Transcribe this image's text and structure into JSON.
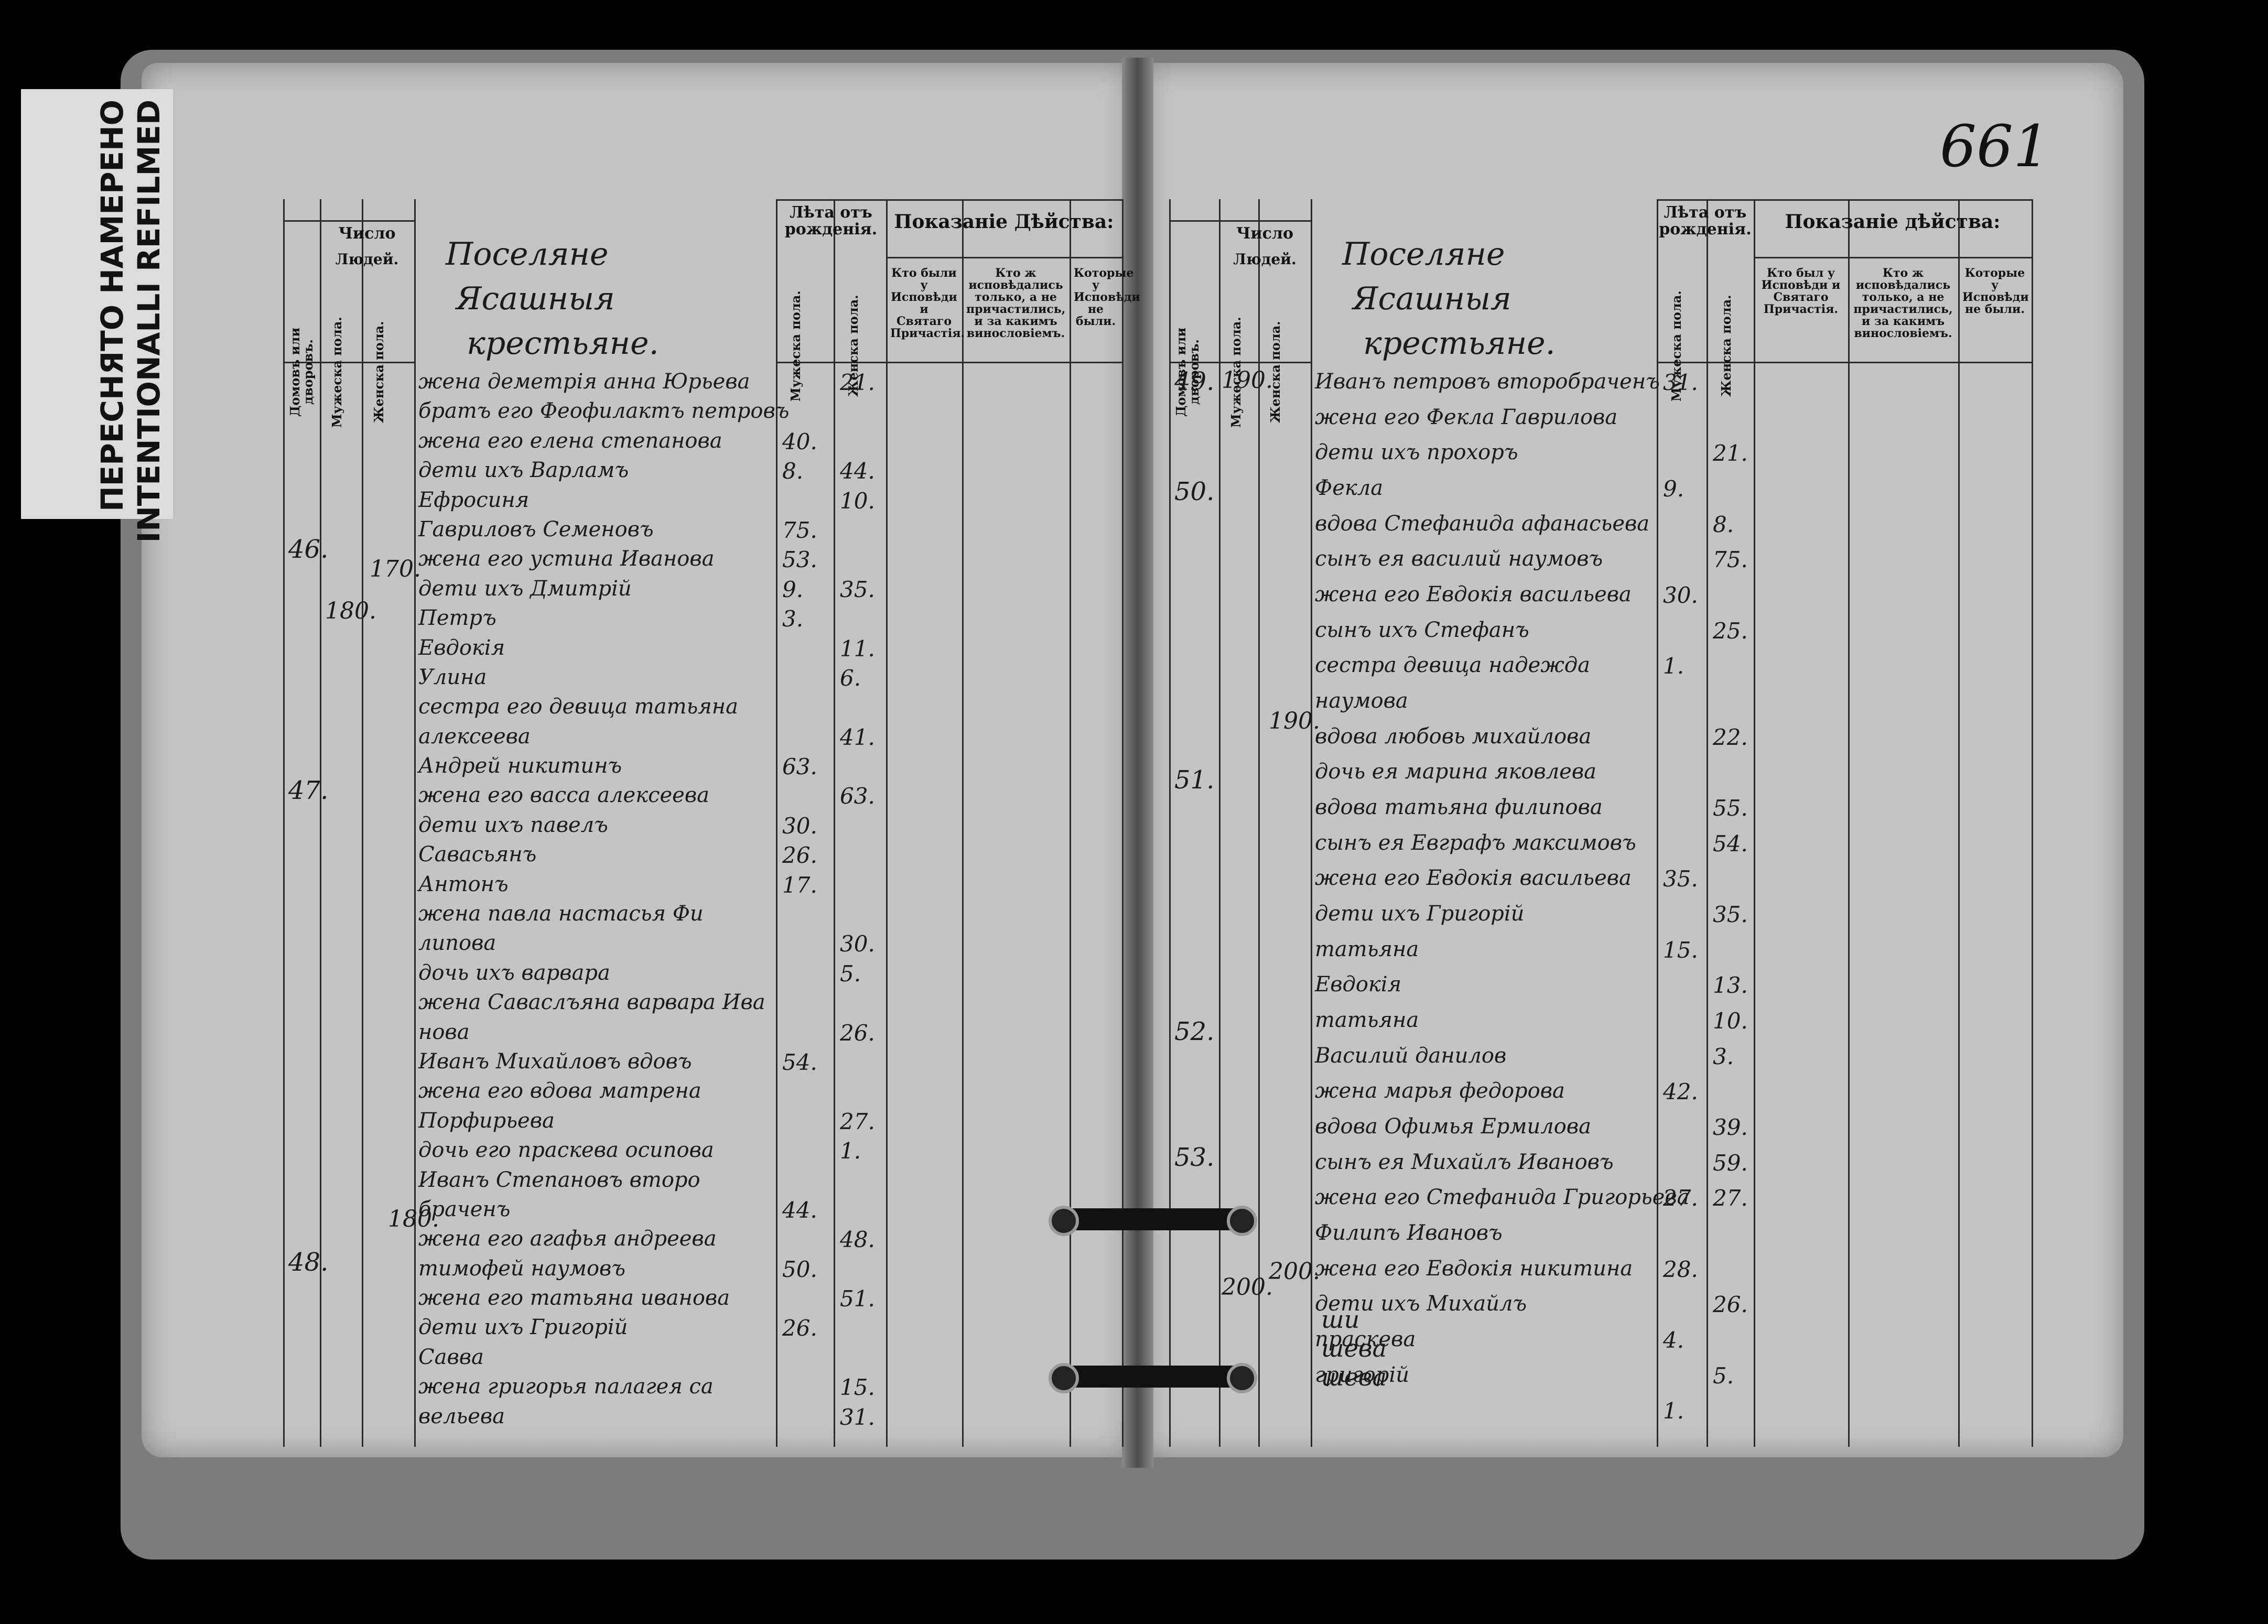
{
  "stamp": {
    "line1": "ПЕРЕСНЯТО НАМЕРЕНО",
    "line2": "INTENTIONALLI REFILMED"
  },
  "folio": "661",
  "left_page": {
    "headers": {
      "chislo": "Число",
      "lyudey": "Людей.",
      "domov": "Домовъ или дворовъ.",
      "muzh": "Мужеска пола.",
      "zhen": "Женска пола.",
      "leta": "Лѣта отъ рожденія.",
      "leta_m": "Мужеска пола.",
      "leta_z": "Женска пола.",
      "pokazanie": "Показаніе Дѣйства:",
      "col1": "Кто были у Исповѣди и Святаго Причастія.",
      "col2": "Кто ж исповѣдались только, а не причастились, и за какимъ виносло­віемъ.",
      "col3": "Которые у Исповѣди не были."
    },
    "title": [
      "Поселяне",
      "Ясашныя",
      "крестьяне."
    ],
    "rows": [
      {
        "name": "жена деметрія анна Юрьева",
        "m": "",
        "f": "21."
      },
      {
        "name": "братъ его Феофилактъ петровъ",
        "m": "",
        "f": ""
      },
      {
        "name": "жена его елена степанова",
        "m": "40.",
        "f": ""
      },
      {
        "name": "дети ихъ Варламъ",
        "m": "8.",
        "f": "44."
      },
      {
        "name": "Ефросиня",
        "m": "",
        "f": "10."
      },
      {
        "name": "Гавриловъ Семеновъ",
        "m": "75.",
        "f": ""
      },
      {
        "name": "жена его устина Иванова",
        "m": "53.",
        "f": ""
      },
      {
        "name": "дети ихъ Дмитрій",
        "m": "9.",
        "f": "35."
      },
      {
        "name": "Петръ",
        "m": "3.",
        "f": ""
      },
      {
        "name": "Евдокія",
        "m": "",
        "f": "11."
      },
      {
        "name": "Улина",
        "m": "",
        "f": "6."
      },
      {
        "name": "сестра его девица татьяна",
        "m": "",
        "f": ""
      },
      {
        "name": "алексеева",
        "m": "",
        "f": "41."
      },
      {
        "name": "Андрей никитинъ",
        "m": "63.",
        "f": ""
      },
      {
        "name": "жена его васса алексеева",
        "m": "",
        "f": "63."
      },
      {
        "name": "дети ихъ павелъ",
        "m": "30.",
        "f": ""
      },
      {
        "name": "Савасьянъ",
        "m": "26.",
        "f": ""
      },
      {
        "name": "Антонъ",
        "m": "17.",
        "f": ""
      },
      {
        "name": "жена павла настасья Фи",
        "m": "",
        "f": ""
      },
      {
        "name": "липова",
        "m": "",
        "f": "30."
      },
      {
        "name": "дочь ихъ варвара",
        "m": "",
        "f": "5."
      },
      {
        "name": "жена Саваслъяна варвара Ива",
        "m": "",
        "f": ""
      },
      {
        "name": "нова",
        "m": "",
        "f": "26."
      },
      {
        "name": "Иванъ Михайловъ вдовъ",
        "m": "54.",
        "f": ""
      },
      {
        "name": "жена его вдова матрена",
        "m": "",
        "f": ""
      },
      {
        "name": "Порфирьева",
        "m": "",
        "f": "27."
      },
      {
        "name": "дочь его праскева осипова",
        "m": "",
        "f": "1."
      },
      {
        "name": "Иванъ Степановъ второ",
        "m": "",
        "f": ""
      },
      {
        "name": "браченъ",
        "m": "44.",
        "f": ""
      },
      {
        "name": "жена его агафья андреева",
        "m": "",
        "f": "48."
      },
      {
        "name": "тимофей наумовъ",
        "m": "50.",
        "f": ""
      },
      {
        "name": "жена его татьяна иванова",
        "m": "",
        "f": "51."
      },
      {
        "name": "дети ихъ Григорій",
        "m": "26.",
        "f": ""
      },
      {
        "name": "Савва",
        "m": "",
        "f": ""
      },
      {
        "name": "жена григорья палагея са",
        "m": "",
        "f": "15."
      },
      {
        "name": "вельева",
        "m": "",
        "f": "31."
      }
    ],
    "house_nums": [
      "46.",
      "47.",
      "48."
    ],
    "counts": [
      "170.",
      "180.",
      "180."
    ]
  },
  "right_page": {
    "headers": {
      "chislo": "Число",
      "lyudey": "Людей.",
      "domov": "Домовъ или дворовъ.",
      "muzh": "Мужеска пола.",
      "zhen": "Женска пола.",
      "leta": "Лѣта отъ рожденія.",
      "leta_m": "Мужеска пола.",
      "leta_z": "Женска пола.",
      "pokazanie": "Показаніе дѣйства:",
      "col1": "Кто был у Исповѣди и Святаго Причастія.",
      "col2": "Кто ж исповѣдались только, а не причастились, и за какимъ виносло­віемъ.",
      "col3": "Которые у Исповѣди не были."
    },
    "title": [
      "Поселяне",
      "Ясашныя",
      "крестьяне."
    ],
    "rows": [
      {
        "name": "Иванъ петровъ второбраченъ",
        "m": "31.",
        "f": ""
      },
      {
        "name": "жена его Фекла Гаврилова",
        "m": "",
        "f": ""
      },
      {
        "name": "дети ихъ прохоръ",
        "m": "",
        "f": "21."
      },
      {
        "name": "Фекла",
        "m": "9.",
        "f": ""
      },
      {
        "name": "вдова Стефанида афанасьева",
        "m": "",
        "f": "8."
      },
      {
        "name": "сынъ ея василий наумовъ",
        "m": "",
        "f": "75."
      },
      {
        "name": "жена его Евдокія васильева",
        "m": "30.",
        "f": ""
      },
      {
        "name": "сынъ ихъ Стефанъ",
        "m": "",
        "f": "25."
      },
      {
        "name": "сестра девица надежда",
        "m": "1.",
        "f": ""
      },
      {
        "name": "наумова",
        "m": "",
        "f": ""
      },
      {
        "name": "вдова любовь михайлова",
        "m": "",
        "f": "22."
      },
      {
        "name": "дочь ея марина яковлева",
        "m": "",
        "f": ""
      },
      {
        "name": "вдова татьяна филипова",
        "m": "",
        "f": "55."
      },
      {
        "name": "сынъ ея Евграфъ максимовъ",
        "m": "",
        "f": "54."
      },
      {
        "name": "жена его Евдокія васильева",
        "m": "35.",
        "f": ""
      },
      {
        "name": "дети ихъ Григорій",
        "m": "",
        "f": "35."
      },
      {
        "name": "татьяна",
        "m": "15.",
        "f": ""
      },
      {
        "name": "Евдокія",
        "m": "",
        "f": "13."
      },
      {
        "name": "татьяна",
        "m": "",
        "f": "10."
      },
      {
        "name": "Василий данилов",
        "m": "",
        "f": "3."
      },
      {
        "name": "жена марья федорова",
        "m": "42.",
        "f": ""
      },
      {
        "name": "вдова Офимья Ермилова",
        "m": "",
        "f": "39."
      },
      {
        "name": "сынъ ея Михайлъ Ивановъ",
        "m": "",
        "f": "59."
      },
      {
        "name": "жена его Стефанида Григорьева",
        "m": "27.",
        "f": "27."
      },
      {
        "name": "Филипъ Ивановъ",
        "m": "",
        "f": ""
      },
      {
        "name": "жена его Евдокія никитина",
        "m": "28.",
        "f": ""
      },
      {
        "name": "дети ихъ Михайлъ",
        "m": "",
        "f": "26."
      },
      {
        "name": "праскева",
        "m": "4.",
        "f": ""
      },
      {
        "name": "григорій",
        "m": "",
        "f": "5."
      },
      {
        "name": "",
        "m": "1.",
        "f": ""
      }
    ],
    "house_nums": [
      "49.",
      "50.",
      "51.",
      "52.",
      "53."
    ],
    "counts": [
      "190.",
      "190.",
      "200.",
      "200."
    ]
  },
  "margin_marks": [
    "ши",
    "шева",
    "шева"
  ]
}
